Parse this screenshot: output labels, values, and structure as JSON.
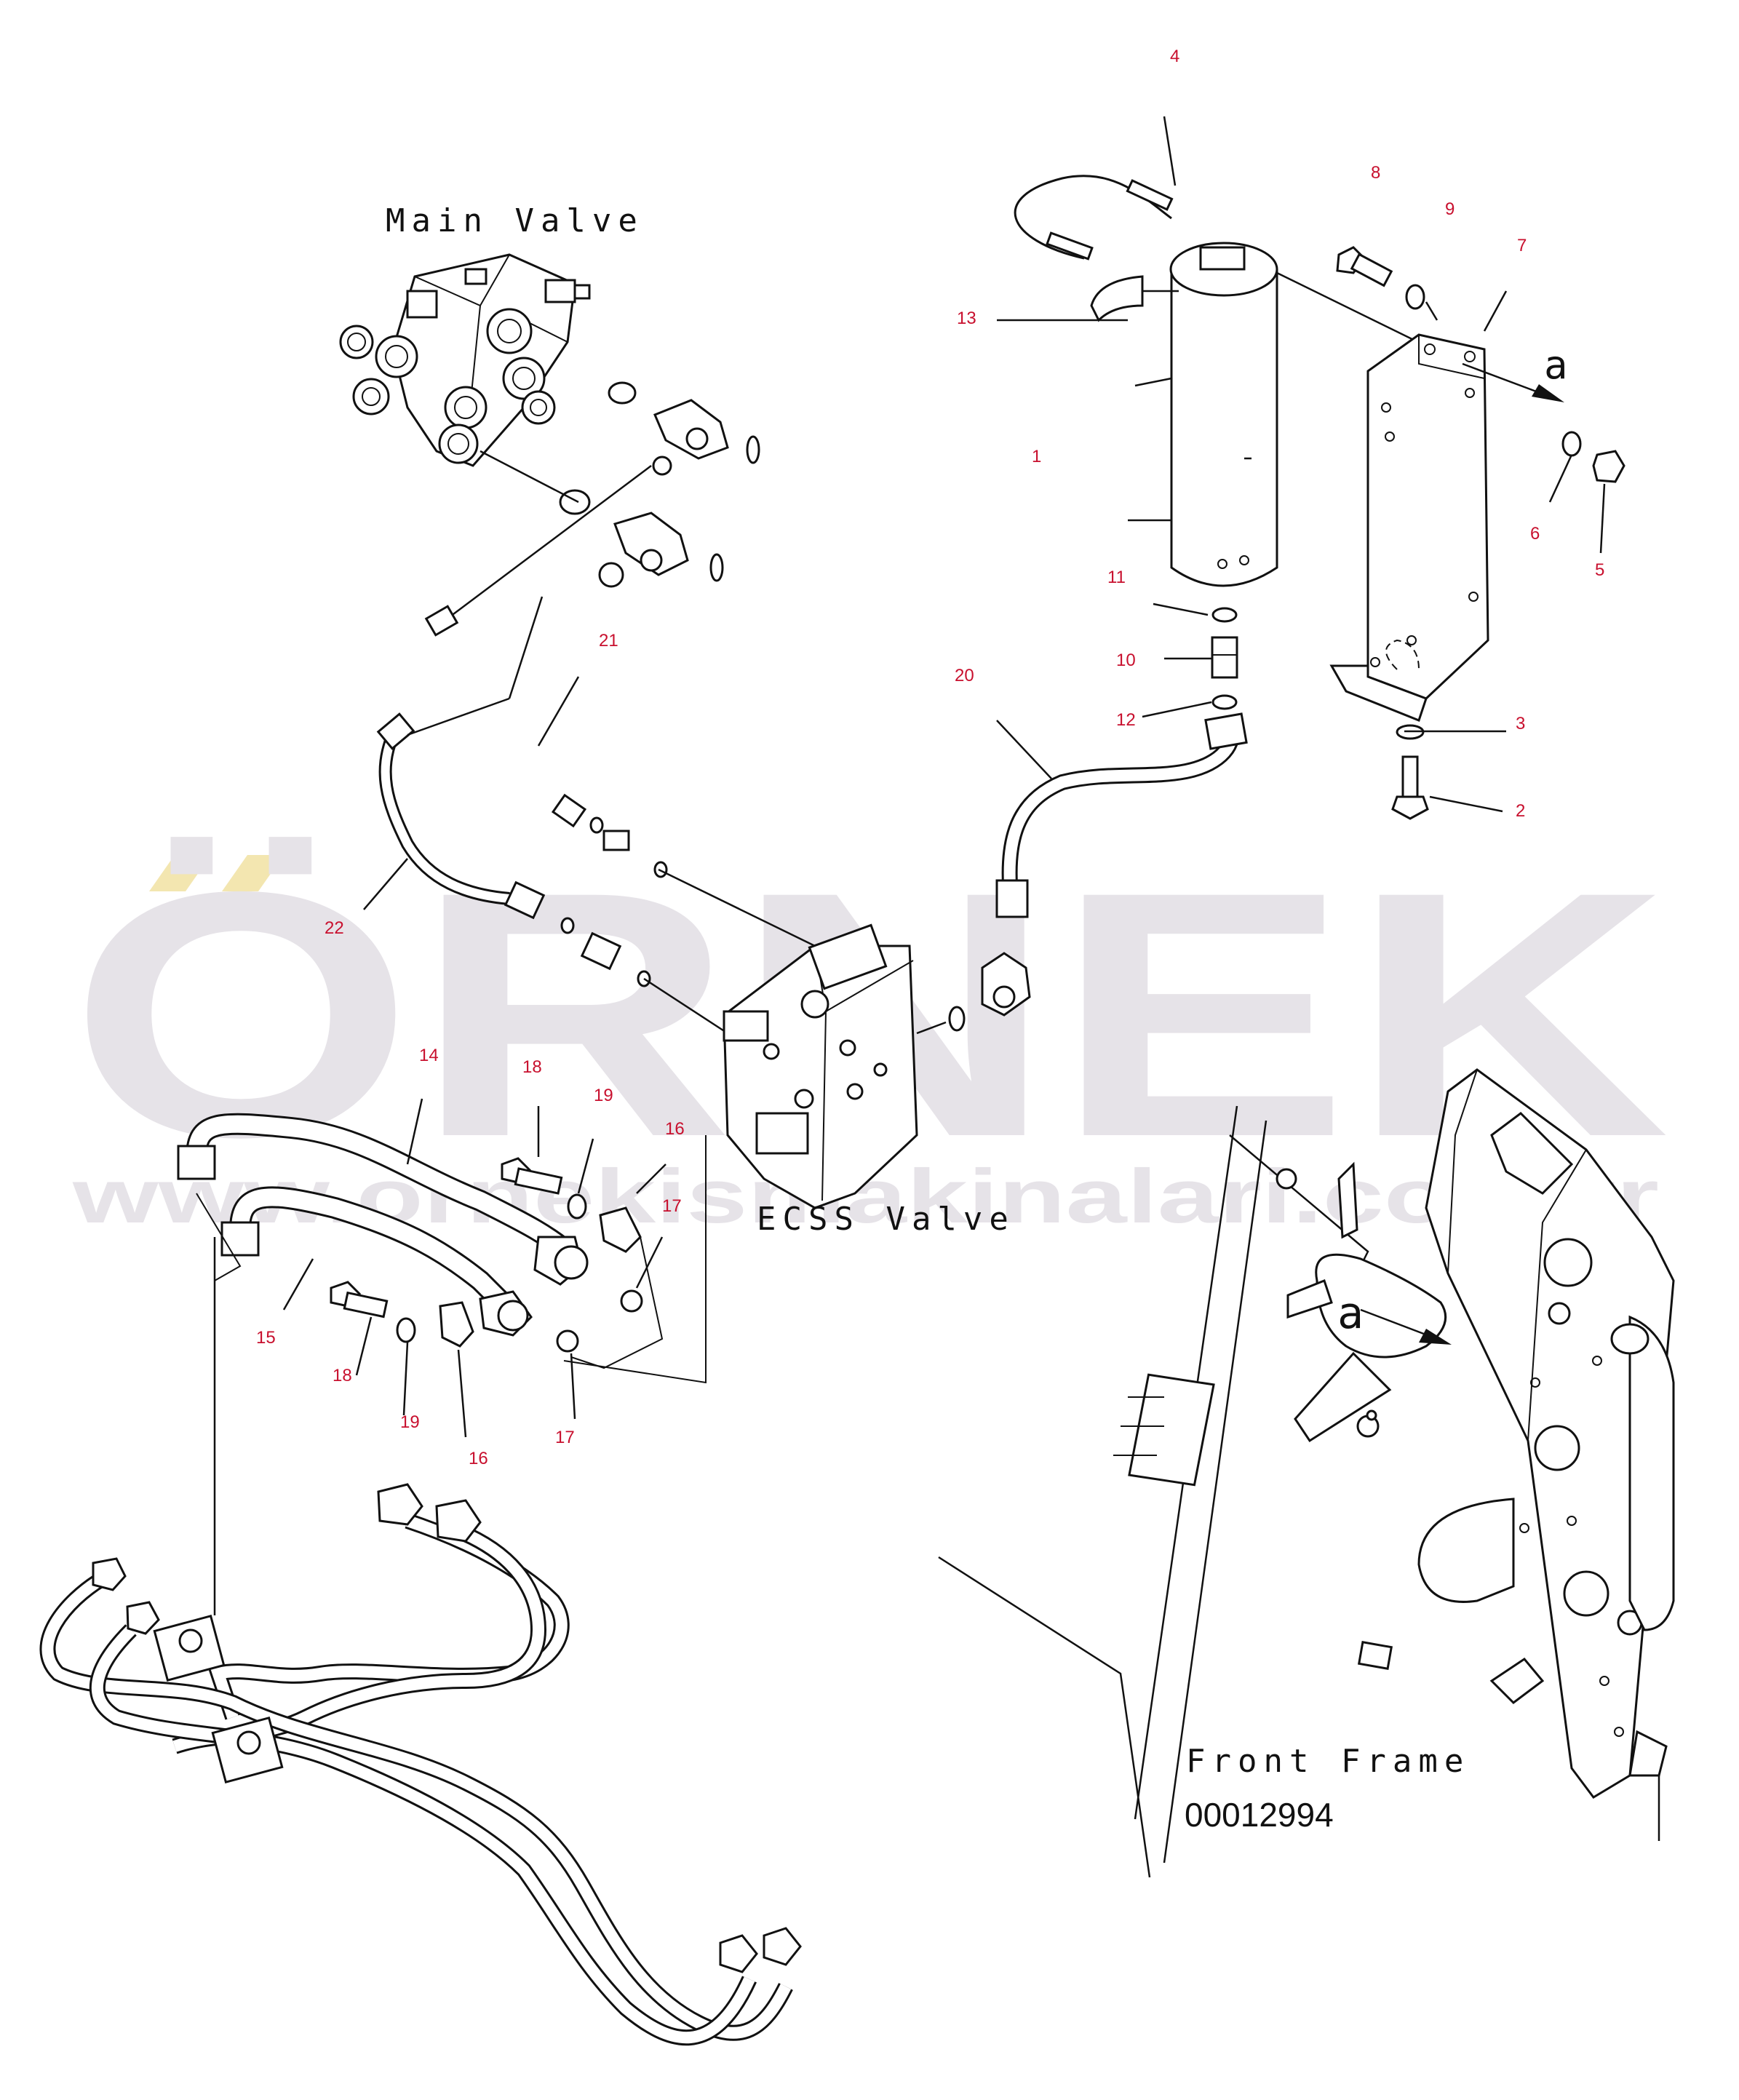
{
  "labels": {
    "main_valve": "Main Valve",
    "ecss_valve": "ECSS Valve",
    "front_frame": "Front Frame",
    "drawing_number": "00012994",
    "view_a_1": "a",
    "view_a_2": "a"
  },
  "watermark": {
    "logo": "ÖRNEK",
    "url": "www.ornekismakinalari.com.tr"
  },
  "callouts": [
    "1",
    "2",
    "3",
    "4",
    "5",
    "6",
    "7",
    "8",
    "9",
    "10",
    "11",
    "12",
    "13",
    "14",
    "15",
    "16",
    "16",
    "17",
    "17",
    "18",
    "18",
    "19",
    "19",
    "20",
    "21",
    "22"
  ],
  "colors": {
    "callout": "#c8102e",
    "line": "#111111",
    "watermark": "#e6e3e8",
    "watermark_accent": "#f3e6b0"
  }
}
